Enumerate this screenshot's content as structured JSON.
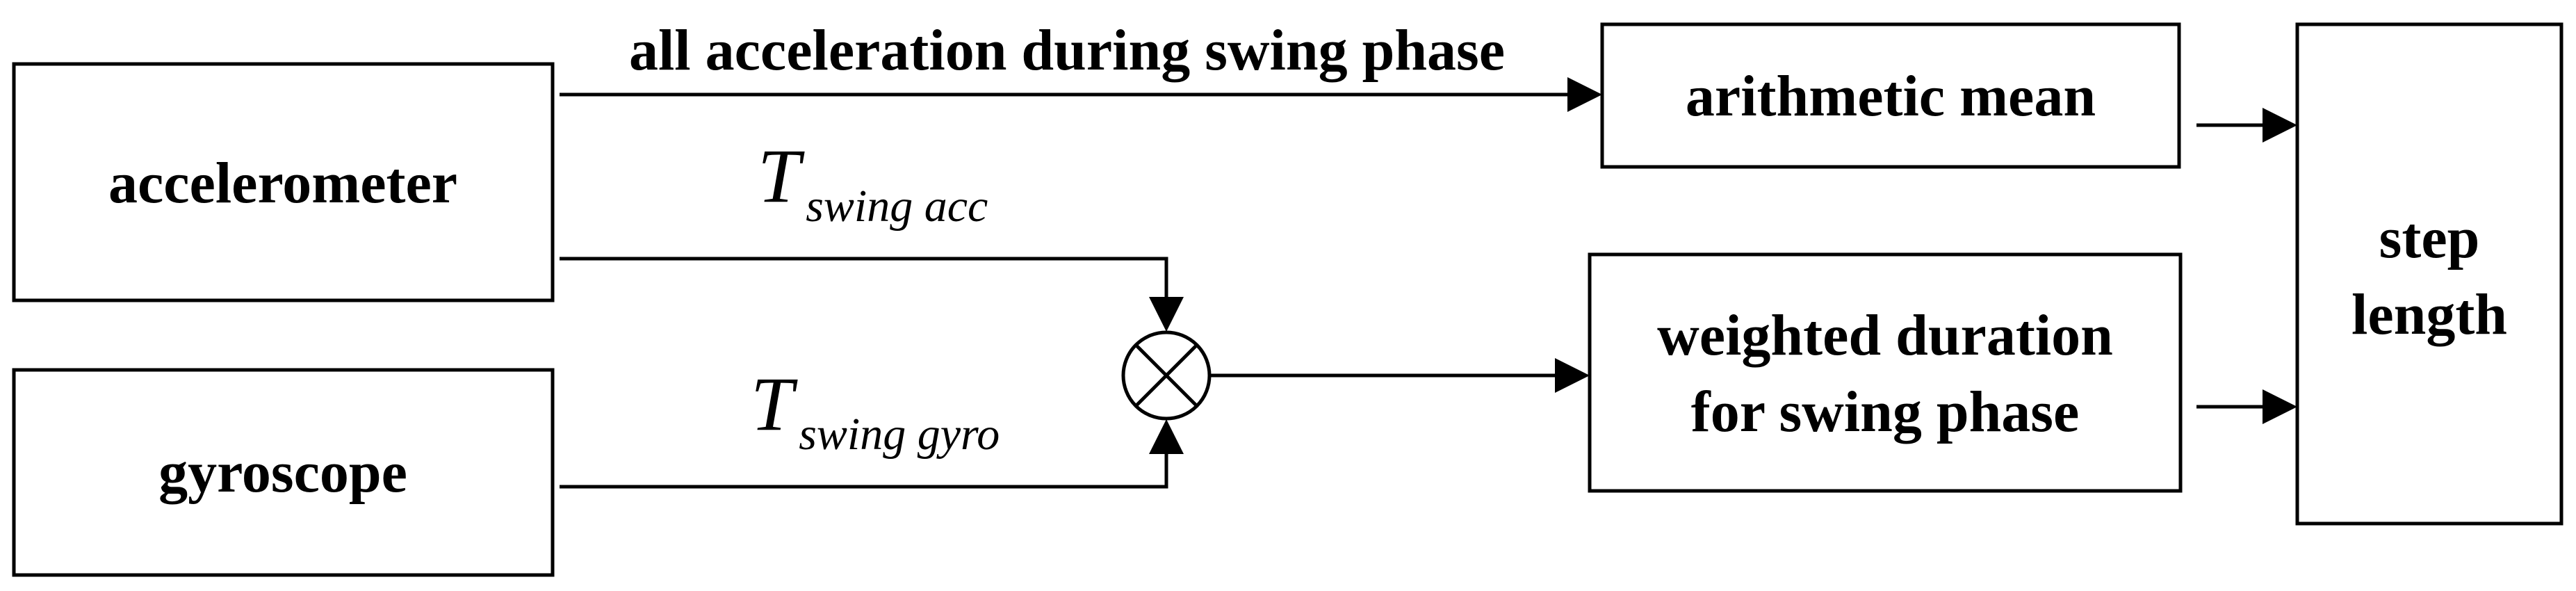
{
  "nodes": {
    "accelerometer": "accelerometer",
    "gyroscope": "gyroscope",
    "arithmetic_mean": "arithmetic mean",
    "weighted_duration_line1": "weighted duration",
    "weighted_duration_line2": "for swing phase",
    "step_length_line1": "step",
    "step_length_line2": "length"
  },
  "edges": {
    "all_acceleration": "all acceleration during swing phase",
    "t_swing_acc_main": "T",
    "t_swing_acc_sub": "swing acc",
    "t_swing_gyro_main": "T",
    "t_swing_gyro_sub": "swing gyro"
  },
  "colors": {
    "stroke": "#000000",
    "background": "#ffffff"
  }
}
